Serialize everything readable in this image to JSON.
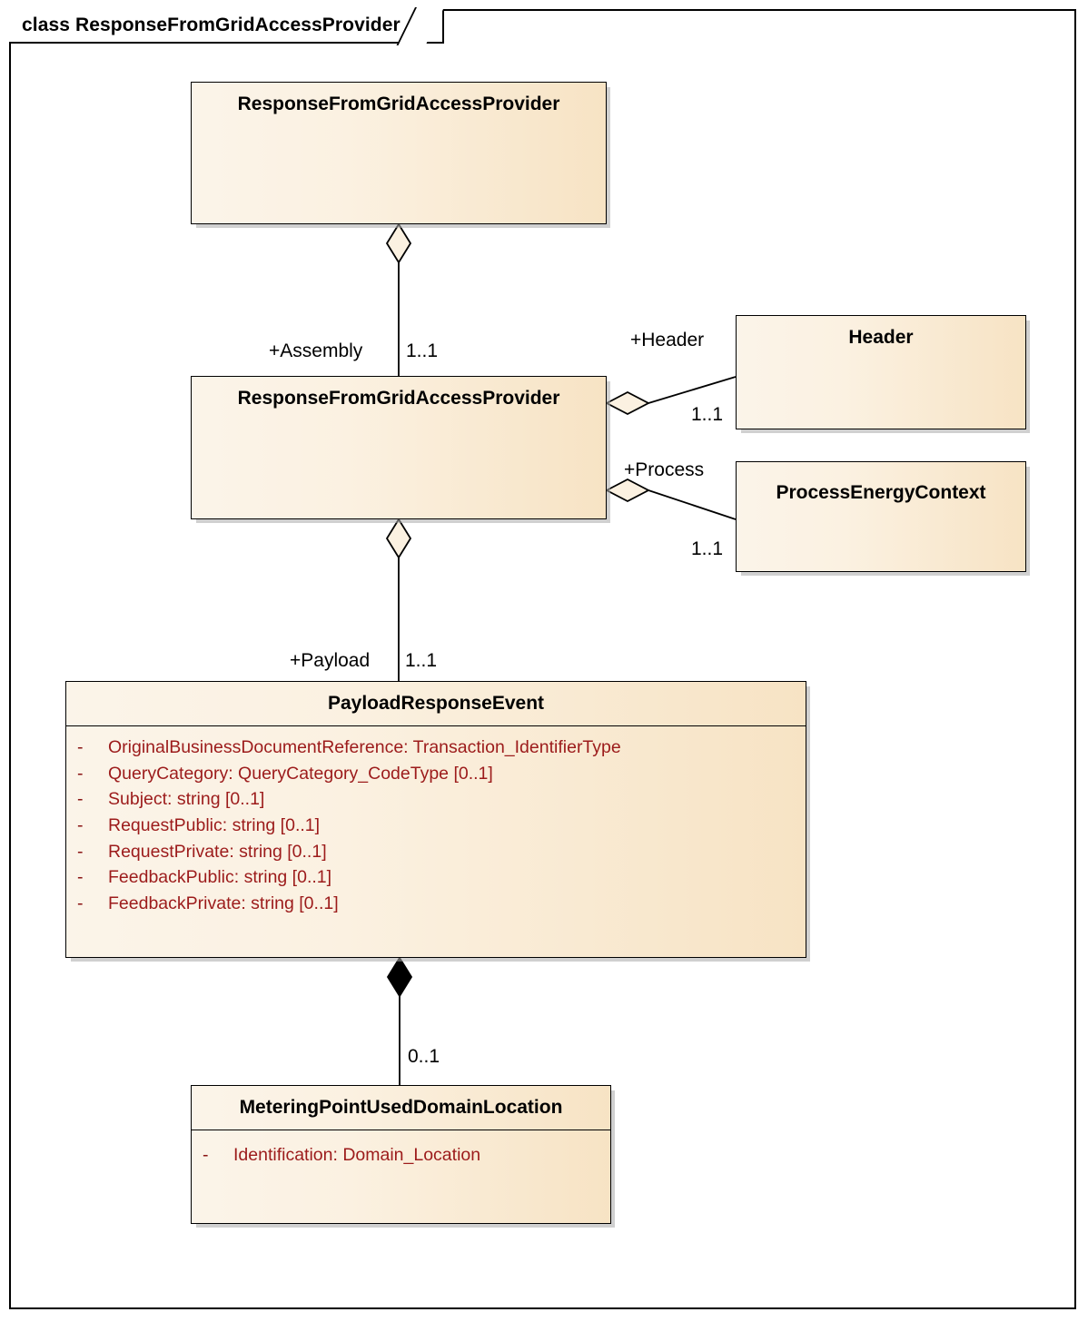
{
  "frame": {
    "label": "class ResponseFromGridAccessProvider"
  },
  "classes": {
    "root": {
      "name": "ResponseFromGridAccessProvider"
    },
    "assembly": {
      "name": "ResponseFromGridAccessProvider"
    },
    "header": {
      "name": "Header"
    },
    "process": {
      "name": "ProcessEnergyContext"
    },
    "payload": {
      "name": "PayloadResponseEvent",
      "attributes": [
        {
          "visibility": "-",
          "text": "OriginalBusinessDocumentReference: Transaction_IdentifierType"
        },
        {
          "visibility": "-",
          "text": "QueryCategory: QueryCategory_CodeType [0..1]"
        },
        {
          "visibility": "-",
          "text": "Subject: string [0..1]"
        },
        {
          "visibility": "-",
          "text": "RequestPublic: string [0..1]"
        },
        {
          "visibility": "-",
          "text": "RequestPrivate: string [0..1]"
        },
        {
          "visibility": "-",
          "text": "FeedbackPublic: string [0..1]"
        },
        {
          "visibility": "-",
          "text": "FeedbackPrivate: string [0..1]"
        }
      ]
    },
    "metering": {
      "name": "MeteringPointUsedDomainLocation",
      "attributes": [
        {
          "visibility": "-",
          "text": "Identification: Domain_Location"
        }
      ]
    }
  },
  "associations": {
    "assembly": {
      "role": "+Assembly",
      "multiplicity": "1..1",
      "kind": "aggregation"
    },
    "header": {
      "role": "+Header",
      "multiplicity": "1..1",
      "kind": "aggregation"
    },
    "process": {
      "role": "+Process",
      "multiplicity": "1..1",
      "kind": "aggregation"
    },
    "payload": {
      "role": "+Payload",
      "multiplicity": "1..1",
      "kind": "aggregation"
    },
    "metering": {
      "role": "",
      "multiplicity": "0..1",
      "kind": "composition"
    }
  },
  "colors": {
    "class_fill_light": "#fbf4e9",
    "class_fill_dark": "#f7e3c4",
    "border": "#000000",
    "attribute_text": "#9c1b1b",
    "shadow": "#aaaaaa"
  }
}
